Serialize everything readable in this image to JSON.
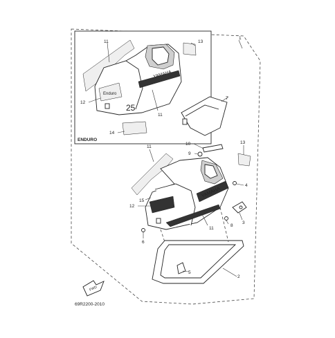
{
  "callouts": {
    "c1": "1",
    "c2": "2",
    "c3": "3",
    "c4": "4",
    "c5": "5",
    "c6": "6",
    "c7": "7",
    "c8": "8",
    "c9": "9",
    "c10": "10",
    "c11_inset_top": "11",
    "c11_inset_bottom": "11",
    "c11_main_top": "11",
    "c11_main_bottom": "11",
    "c12_inset": "12",
    "c12_main": "12",
    "c13_inset": "13",
    "c13_main": "13",
    "c14": "14",
    "c15": "15"
  },
  "inset_label": "ENDURO",
  "cover_brand": "YAMAHA",
  "cover_model": "25",
  "cover_badge": "Enduro",
  "fwd_label": "FWD",
  "part_number": "69R2200-2010",
  "colors": {
    "line": "#222222",
    "fill": "#ffffff",
    "shade": "#cfcfcf"
  }
}
